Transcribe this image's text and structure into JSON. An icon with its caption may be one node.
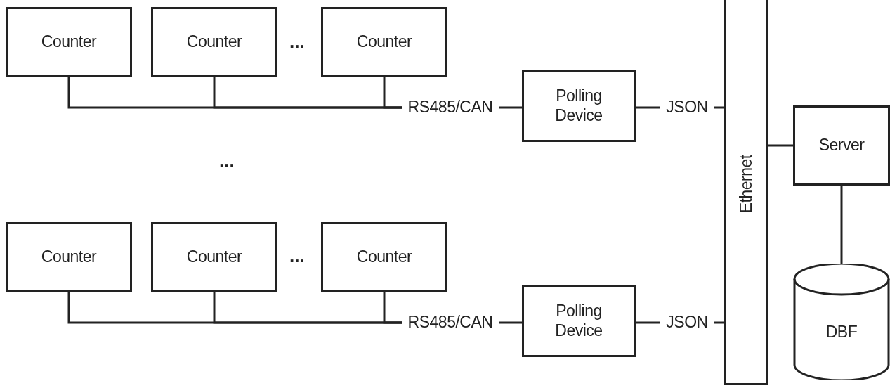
{
  "diagram": {
    "nodes": [
      {
        "text": [
          "Counter"
        ]
      },
      {
        "text": [
          "Counter"
        ]
      },
      {
        "text": [
          "Counter"
        ]
      },
      {
        "text": [
          "RS485/CAN"
        ]
      },
      {
        "text": [
          "Polling Device"
        ]
      },
      {
        "text": [
          "JSON"
        ]
      },
      {
        "text": [
          "Counter"
        ]
      },
      {
        "text": [
          "Counter"
        ]
      },
      {
        "text": [
          "Counter"
        ]
      },
      {
        "text": [
          "RS485/CAN"
        ]
      },
      {
        "text": [
          "Polling Device"
        ]
      },
      {
        "text": [
          "JSON"
        ]
      },
      {
        "text": [
          "Ethernet"
        ]
      },
      {
        "text": [
          "Server"
        ]
      },
      {
        "text": [
          "DBF"
        ]
      }
    ],
    "edges": [
      {
        "from": 0,
        "to": 3,
        "arrow": "none"
      },
      {
        "from": 1,
        "to": 3,
        "arrow": "none"
      },
      {
        "from": 2,
        "to": 3,
        "arrow": "none"
      },
      {
        "from": 3,
        "to": 4,
        "arrow": "none"
      },
      {
        "from": 4,
        "to": 5,
        "arrow": "none"
      },
      {
        "from": 5,
        "to": 12,
        "arrow": "none"
      },
      {
        "from": 6,
        "to": 9,
        "arrow": "none"
      },
      {
        "from": 7,
        "to": 9,
        "arrow": "none"
      },
      {
        "from": 8,
        "to": 9,
        "arrow": "none"
      },
      {
        "from": 9,
        "to": 10,
        "arrow": "none"
      },
      {
        "from": 10,
        "to": 11,
        "arrow": "none"
      },
      {
        "from": 11,
        "to": 12,
        "arrow": "none"
      },
      {
        "from": 12,
        "to": 13,
        "arrow": "none"
      },
      {
        "from": 13,
        "to": 14,
        "arrow": "none"
      }
    ],
    "labels": [
      "...",
      "...",
      "..."
    ]
  }
}
